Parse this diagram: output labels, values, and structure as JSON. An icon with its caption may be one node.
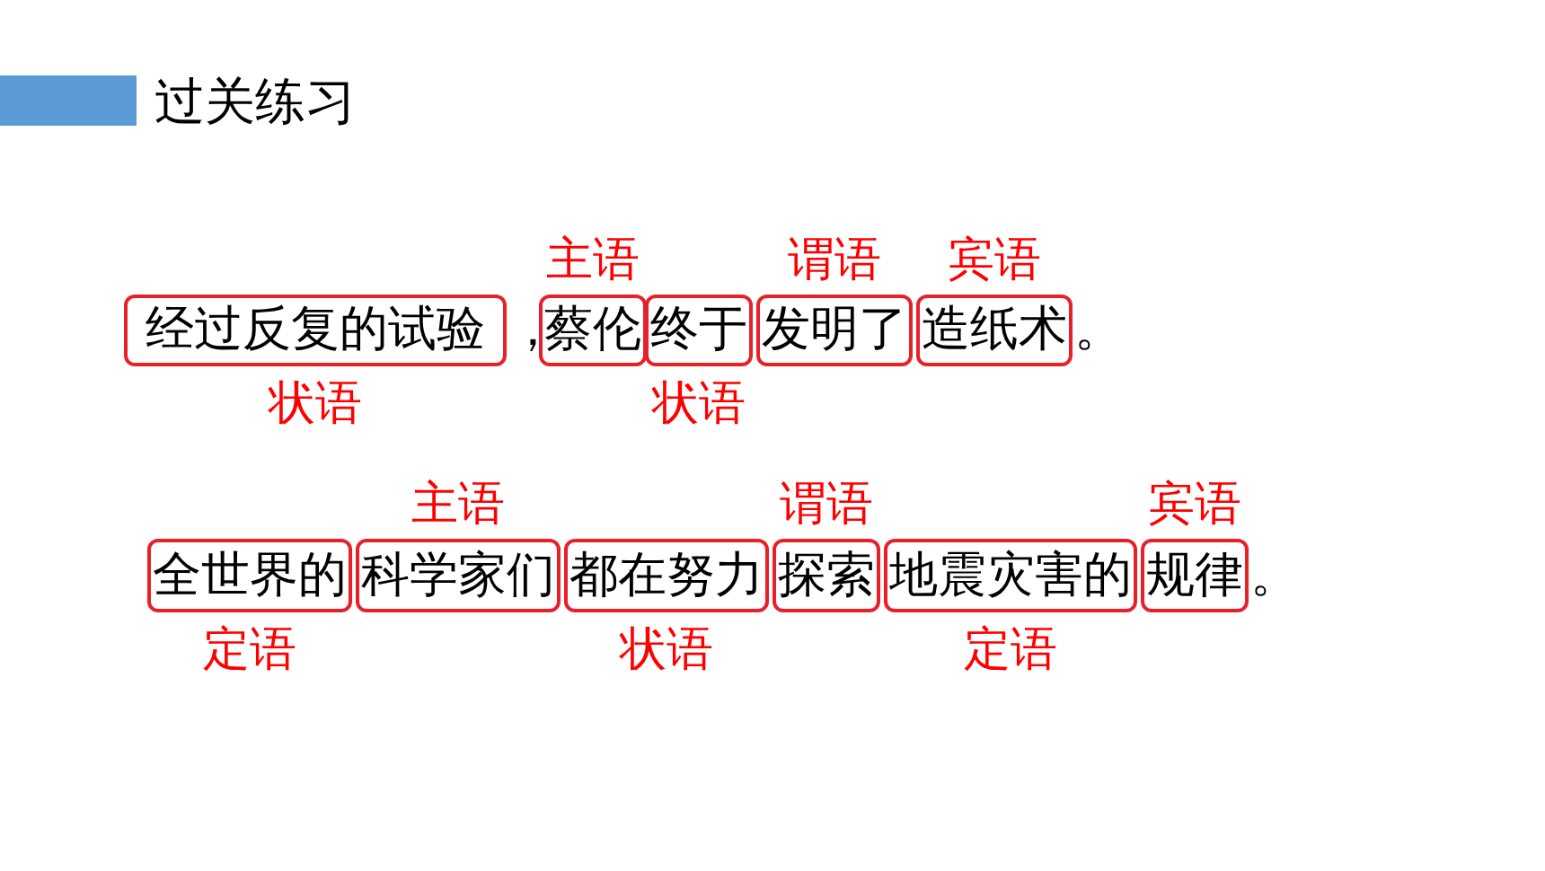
{
  "diagram": {
    "title": "过关练习",
    "nodes": [
      {
        "text": [
          "经过反复的试验"
        ],
        "beside": [
          "状语"
        ]
      },
      {
        "text": [
          "蔡伦"
        ],
        "beside": [
          "主语"
        ]
      },
      {
        "text": [
          "终于"
        ],
        "beside": [
          "状语"
        ]
      },
      {
        "text": [
          "发明了"
        ],
        "beside": [
          "谓语"
        ]
      },
      {
        "text": [
          "造纸术"
        ],
        "beside": [
          "宾语"
        ]
      },
      {
        "text": [
          "全世界的"
        ],
        "beside": [
          "定语"
        ]
      },
      {
        "text": [
          "科学家们"
        ],
        "beside": [
          "主语"
        ]
      },
      {
        "text": [
          "都在努力"
        ],
        "beside": [
          "状语"
        ]
      },
      {
        "text": [
          "探索"
        ],
        "beside": [
          "谓语"
        ]
      },
      {
        "text": [
          "地震灾害的"
        ],
        "beside": [
          "定语"
        ]
      },
      {
        "text": [
          "规律"
        ],
        "beside": [
          "宾语"
        ]
      }
    ],
    "labels": [
      "，",
      "。",
      "。"
    ]
  }
}
